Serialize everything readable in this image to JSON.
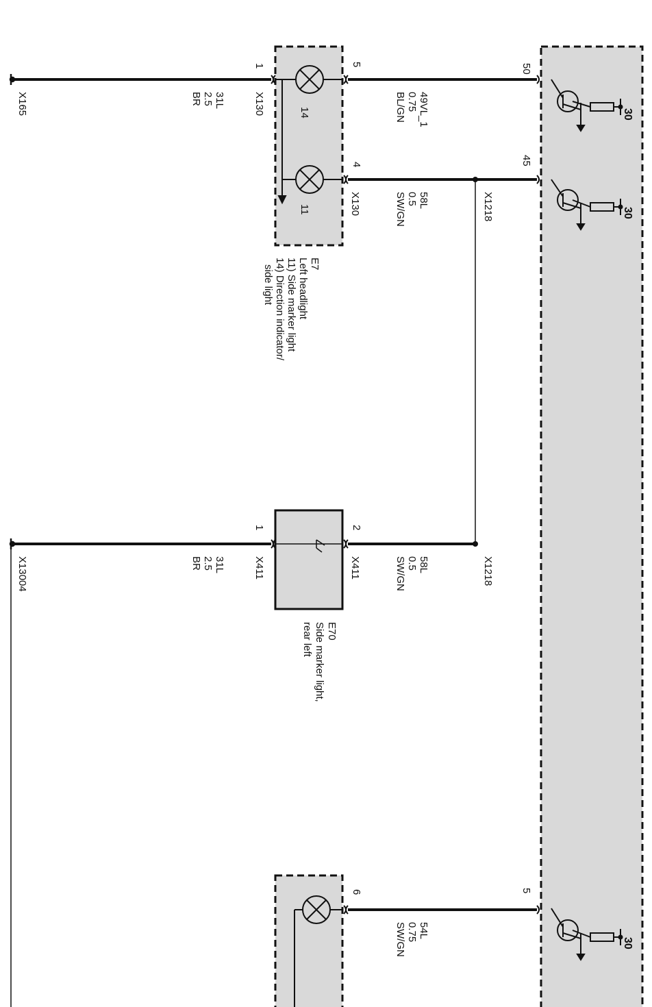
{
  "control_unit": {
    "pins": [
      "50",
      "45",
      "5"
    ],
    "supply_labels": [
      "30",
      "30",
      "30"
    ]
  },
  "wires": [
    {
      "signal": "49VL_1",
      "gauge": "0.75",
      "color": "BL/GN"
    },
    {
      "signal": "58L",
      "gauge": "0.5",
      "color": "SW/GN"
    },
    {
      "signal": "58L",
      "gauge": "0.5",
      "color": "SW/GN"
    },
    {
      "signal": "54L",
      "gauge": "0.75",
      "color": "SW/GN"
    },
    {
      "signal": "31L",
      "gauge": "2.5",
      "color": "BR"
    },
    {
      "signal": "31L",
      "gauge": "2.5",
      "color": "BR"
    }
  ],
  "connectors": {
    "x130_a": "X130",
    "x130_b": "X130",
    "x411_a": "X411",
    "x411_b": "X411",
    "x1218_a": "X1218",
    "x1218_b": "X1218",
    "x165": "X165",
    "x13004": "X13004"
  },
  "pins": {
    "e7_top_left": "1",
    "e7_top_right": "5",
    "e7_bottom_right": "4",
    "e70_left": "1",
    "e70_right": "2",
    "lower_right": "6"
  },
  "components": {
    "e7": {
      "id": "E7",
      "desc": [
        "Left headlight",
        "11) Side marker light",
        "14) Direction indicator/",
        "side light"
      ],
      "lamp_a": "14",
      "lamp_b": "11"
    },
    "e70": {
      "id": "E70",
      "desc": [
        "Side marker light,",
        "rear left"
      ]
    }
  }
}
